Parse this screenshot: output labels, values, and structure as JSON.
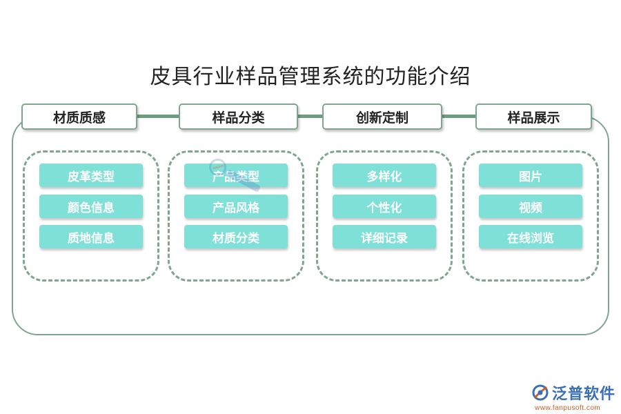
{
  "title": "皮具行业样品管理系统的功能介绍",
  "categories": [
    {
      "label": "材质质感",
      "items": [
        "皮革类型",
        "颜色信息",
        "质地信息"
      ]
    },
    {
      "label": "样品分类",
      "items": [
        "产品类型",
        "产品风格",
        "材质分类"
      ]
    },
    {
      "label": "创新定制",
      "items": [
        "多样化",
        "个性化",
        "详细记录"
      ]
    },
    {
      "label": "样品展示",
      "items": [
        "图片",
        "视频",
        "在线浏览"
      ]
    }
  ],
  "logo": {
    "name": "泛普软件",
    "url": "www.fanpusoft.com"
  },
  "colors": {
    "border": "#7ea68e",
    "item_fill": "#7fe0d8",
    "logo_blue": "#3a6fb5",
    "logo_orange": "#d65a1f"
  }
}
